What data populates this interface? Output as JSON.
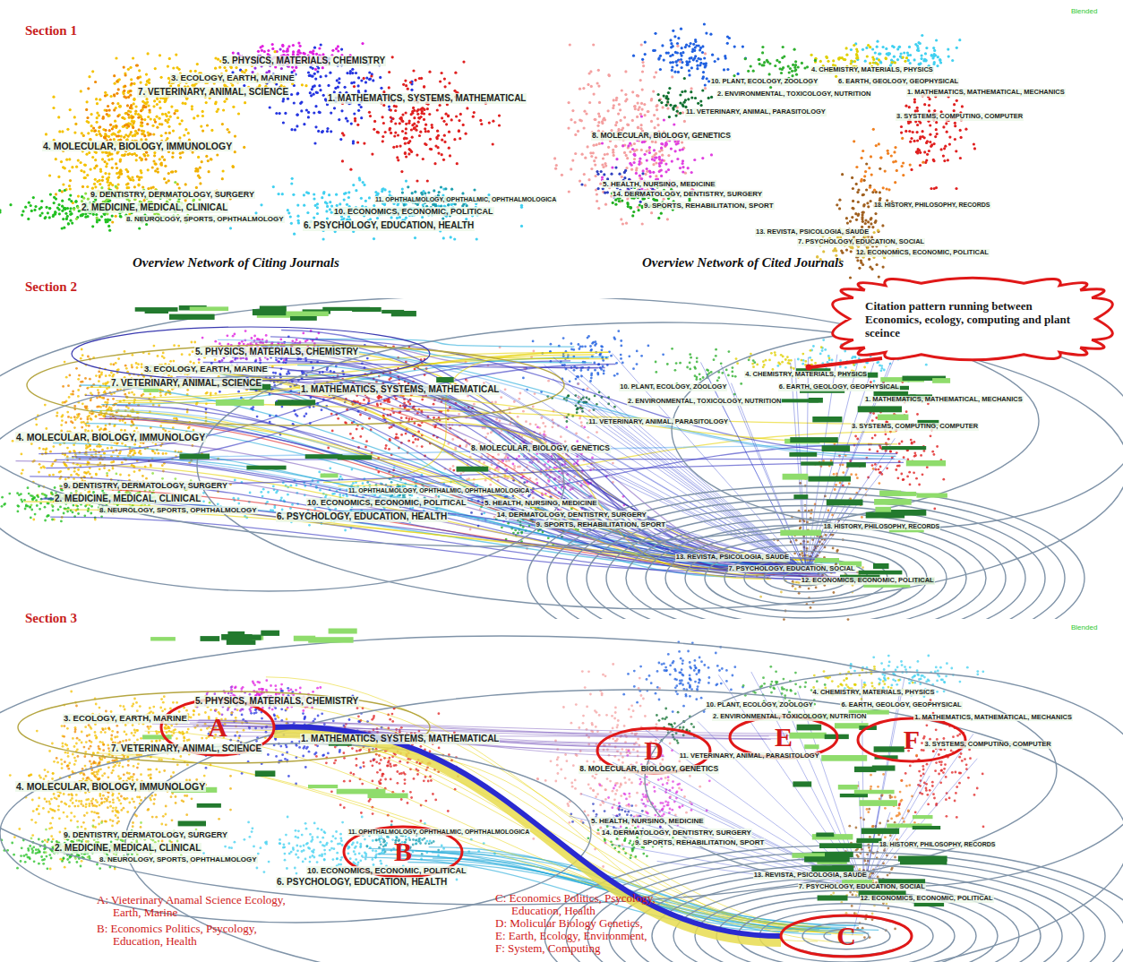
{
  "diagram": {
    "nodes": [
      {
        "text": [
          "Citation pattern running between Economics, ecology, computing and plant sceince"
        ]
      },
      {
        "text": [
          "A"
        ]
      },
      {
        "text": [
          "B"
        ]
      },
      {
        "text": [
          "C"
        ]
      },
      {
        "text": [
          "D"
        ]
      },
      {
        "text": [
          "E"
        ]
      },
      {
        "text": [
          "F"
        ]
      }
    ],
    "edges": [
      {
        "from": 1,
        "to": 3,
        "arrow": "none"
      }
    ],
    "labels": [
      "Section 1",
      "5. PHYSICS, MATERIALS, CHEMISTRY",
      "3. ECOLOGY, EARTH, MARINE",
      "7. VETERINARY, ANIMAL, SCIENCE",
      "1. MATHEMATICS, SYSTEMS, MATHEMATICAL",
      "4. MOLECULAR, BIOLOGY, IMMUNOLOGY",
      "9. DENTISTRY, DERMATOLOGY, SURGERY",
      "2. MEDICINE, MEDICAL, CLINICAL",
      "8. NEUROLOGY, SPORTS, OPHTHALMOLOGY",
      "11. OPHTHALMOLOGY, OPHTHALMIC, OPHTHALMOLOGICA",
      "10. ECONOMICS, ECONOMIC, POLITICAL",
      "6. PSYCHOLOGY, EDUCATION, HEALTH",
      "Overview Network of Citing Journals",
      "4. CHEMISTRY, MATERIALS, PHYSICS",
      "10. PLANT, ECOLOGY, ZOOLOGY",
      "6. EARTH, GEOLOGY, GEOPHYSICAL",
      "1. MATHEMATICS, MATHEMATICAL, MECHANICS",
      "2. ENVIRONMENTAL, TOXICOLOGY, NUTRITION",
      "11. VETERINARY, ANIMAL, PARASITOLOGY",
      "3. SYSTEMS, COMPUTING, COMPUTER",
      "8. MOLECULAR, BIOLOGY, GENETICS",
      "5. HEALTH, NURSING, MEDICINE",
      "14. DERMATOLOGY, DENTISTRY, SURGERY",
      "9. SPORTS, REHABILITATION, SPORT",
      "18. HISTORY, PHILOSOPHY, RECORDS",
      "13. REVISTA, PSICOLOGIA, SAUDE",
      "7. PSYCHOLOGY, EDUCATION, SOCIAL",
      "12. ECONOMICS, ECONOMIC, POLITICAL",
      "Overview Network of Cited Journals",
      "Blended",
      "Section 2",
      "5. PHYSICS, MATERIALS, CHEMISTRY",
      "3. ECOLOGY, EARTH, MARINE",
      "7. VETERINARY, ANIMAL, SCIENCE",
      "1. MATHEMATICS, SYSTEMS, MATHEMATICAL",
      "4. MOLECULAR, BIOLOGY, IMMUNOLOGY",
      "9. DENTISTRY, DERMATOLOGY, SURGERY",
      "2. MEDICINE, MEDICAL, CLINICAL",
      "8. NEUROLOGY, SPORTS, OPHTHALMOLOGY",
      "11. OPHTHALMOLOGY, OPHTHALMIC, OPHTHALMOLOGICA",
      "10. ECONOMICS, ECONOMIC, POLITICAL",
      "6. PSYCHOLOGY, EDUCATION, HEALTH",
      "4. CHEMISTRY, MATERIALS, PHYSICS",
      "10. PLANT, ECOLOGY, ZOOLOGY",
      "6. EARTH, GEOLOGY, GEOPHYSICAL",
      "1. MATHEMATICS, MATHEMATICAL, MECHANICS",
      "2. ENVIRONMENTAL, TOXICOLOGY, NUTRITION",
      "11. VETERINARY, ANIMAL, PARASITOLOGY",
      "3. SYSTEMS, COMPUTING, COMPUTER",
      "8. MOLECULAR, BIOLOGY, GENETICS",
      "5. HEALTH, NURSING, MEDICINE",
      "14. DERMATOLOGY, DENTISTRY, SURGERY",
      "9. SPORTS, REHABILITATION, SPORT",
      "18. HISTORY, PHILOSOPHY, RECORDS",
      "13. REVISTA, PSICOLOGIA, SAUDE",
      "7. PSYCHOLOGY, EDUCATION, SOCIAL",
      "12. ECONOMICS, ECONOMIC, POLITICAL",
      "Section 3",
      "5. PHYSICS, MATERIALS, CHEMISTRY",
      "3. ECOLOGY, EARTH, MARINE",
      "7. VETERINARY, ANIMAL, SCIENCE",
      "1. MATHEMATICS, SYSTEMS, MATHEMATICAL",
      "4. MOLECULAR, BIOLOGY, IMMUNOLOGY",
      "9. DENTISTRY, DERMATOLOGY, SURGERY",
      "2. MEDICINE, MEDICAL, CLINICAL",
      "8. NEUROLOGY, SPORTS, OPHTHALMOLOGY",
      "11. OPHTHALMOLOGY, OPHTHALMIC, OPHTHALMOLOGICA",
      "10. ECONOMICS, ECONOMIC, POLITICAL",
      "6. PSYCHOLOGY, EDUCATION, HEALTH",
      "4. CHEMISTRY, MATERIALS, PHYSICS",
      "10. PLANT, ECOLOGY, ZOOLOGY",
      "6. EARTH, GEOLOGY, GEOPHYSICAL",
      "1. MATHEMATICS, MATHEMATICAL, MECHANICS",
      "2. ENVIRONMENTAL, TOXICOLOGY, NUTRITION",
      "11. VETERINARY, ANIMAL, PARASITOLOGY",
      "3. SYSTEMS, COMPUTING, COMPUTER",
      "8. MOLECULAR, BIOLOGY, GENETICS",
      "5. HEALTH, NURSING, MEDICINE",
      "14. DERMATOLOGY, DENTISTRY, SURGERY",
      "9. SPORTS, REHABILITATION, SPORT",
      "18. HISTORY, PHILOSOPHY, RECORDS",
      "13. REVISTA, PSICOLOGIA, SAUDE",
      "7. PSYCHOLOGY, EDUCATION, SOCIAL",
      "12. ECONOMICS, ECONOMIC, POLITICAL",
      "Blended",
      "A: Vieterinary Anamal Science Ecology, Earth, Marine",
      "B: Economics Politics, Psycology, Education, Health",
      "C: Economics Politics, Psycology, Education, Health",
      "D: Molicular Biology Genetics,",
      "E: Earth, Ecology, Environment,",
      "F: System, Computing"
    ]
  }
}
